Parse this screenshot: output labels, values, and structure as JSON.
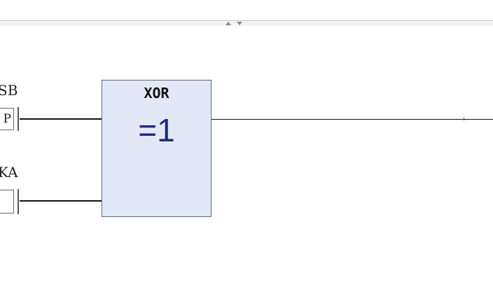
{
  "diagram": {
    "inputs": [
      {
        "label": "SB",
        "contact_text": "P"
      },
      {
        "label": "KA",
        "contact_text": ""
      }
    ],
    "function_block": {
      "title": "XOR",
      "symbol": "=1"
    }
  },
  "colors": {
    "block_fill": "#e3e8f7",
    "block_border": "#5a6a80",
    "symbol_text": "#1c2a7a",
    "wire": "#111111"
  }
}
